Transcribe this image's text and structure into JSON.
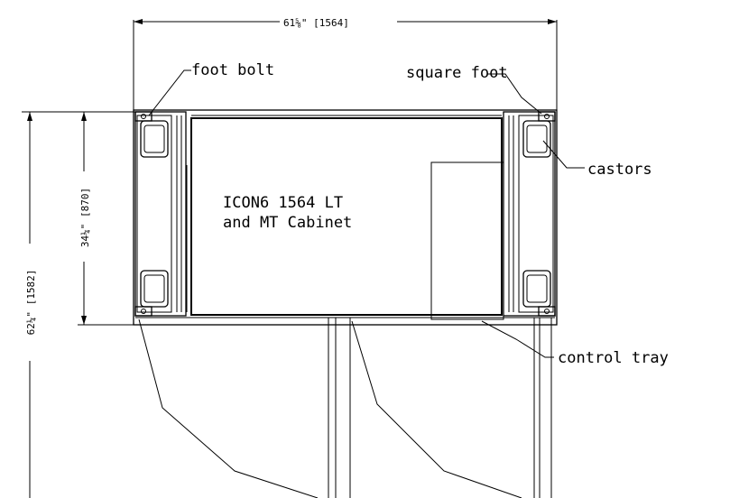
{
  "drawing": {
    "title_lines": [
      "ICON6 1564 LT",
      "and MT Cabinet"
    ],
    "labels": {
      "foot_bolt": "foot bolt",
      "square_foot": "square foot",
      "castors": "castors",
      "control_tray": "control tray"
    },
    "dimensions": {
      "overall_width": "61⅝\" [1564]",
      "cabinet_depth": "34¼\" [870]",
      "overall_depth": "62¼\" [1582]"
    }
  }
}
